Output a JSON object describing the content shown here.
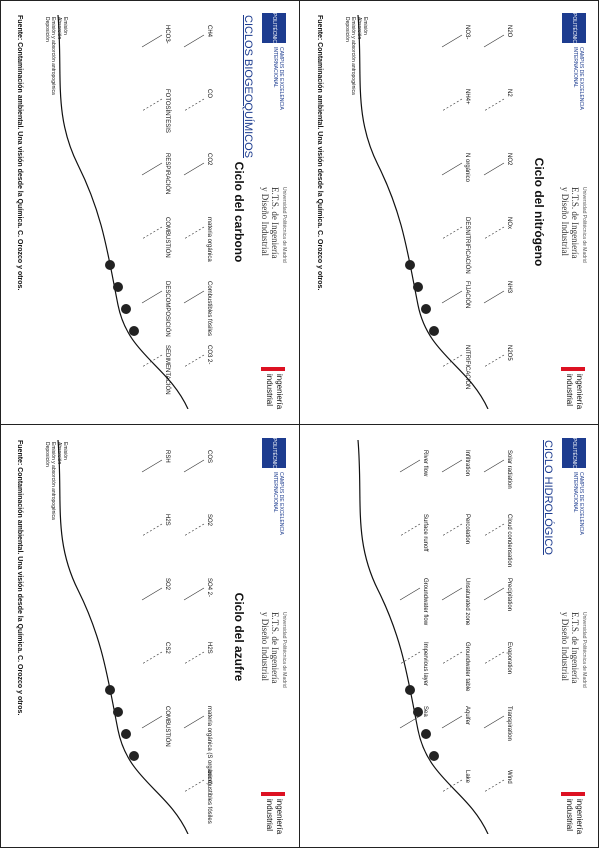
{
  "page": {
    "layout": "4 slides per page, rotated"
  },
  "header": {
    "upm_logo": "POLITÉCNICA",
    "campus": "CAMPUS DE EXCELENCIA INTERNACIONAL",
    "university": "Universidad Politécnica de Madrid",
    "ets_line1": "E.T.S. de Ingeniería",
    "ets_line2": "y Diseño Industrial",
    "ing_line1": "ingeniería",
    "ing_line2": "industrial"
  },
  "slides": [
    {
      "section": "CICLOS BIOGEOQUÍMICOS",
      "title": "Ciclo del carbono",
      "source": "Fuente: Contaminación ambiental. Una visión desde la Química. C. Orozco y otros.",
      "labels": [
        "CH4",
        "CO",
        "CO2",
        "materia orgánica",
        "Combustibles fósiles",
        "CO3 2-",
        "HCO3-",
        "FOTOSÍNTESIS",
        "RESPIRACIÓN",
        "COMBUSTIÓN",
        "DESCOMPOSICIÓN",
        "SEDIMENTACIÓN"
      ],
      "legend": [
        "Emisión",
        "Absorción",
        "Emisión y absorción antropogénica",
        "Deposición"
      ]
    },
    {
      "section": "",
      "title": "Ciclo del nitrógeno",
      "source": "Fuente: Contaminación ambiental. Una visión desde la Química. C. Orozco y otros.",
      "labels": [
        "N2O",
        "N2",
        "NO2",
        "NOx",
        "NH3",
        "N2O5",
        "NO3-",
        "NH4+",
        "N orgánico",
        "DESNITRIFICACIÓN",
        "FIJACIÓN",
        "NITRIFICACIÓN"
      ],
      "legend": [
        "Emisión",
        "Absorción",
        "Emisión y absorción antropogénica",
        "Deposición"
      ]
    },
    {
      "section": "",
      "title": "Ciclo del azufre",
      "source": "Fuente: Contaminación ambiental. Una visión desde la Química. C. Orozco y otros.",
      "labels": [
        "COS",
        "SO2",
        "SO4 2-",
        "H2S",
        "materia orgánica (S orgánico)",
        "combustibles fósiles",
        "RSH",
        "H2S",
        "SO2",
        "CS2",
        "COMBUSTIÓN"
      ],
      "legend": [
        "Emisión",
        "Absorción",
        "Emisión y absorción antropogénica",
        "Deposición"
      ]
    },
    {
      "section": "CICLO HIDROLÓGICO",
      "title": "",
      "source": "",
      "labels": [
        "Solar radiation",
        "Cloud condensation",
        "Precipitation",
        "Evaporation",
        "Transpiration",
        "Wind",
        "Infiltration",
        "Percolation",
        "Unsaturated zone",
        "Groundwater table",
        "Aquifer",
        "Lake",
        "River flow",
        "Surface runoff",
        "Groundwater flow",
        "Impervious layer",
        "Sea"
      ],
      "legend": []
    }
  ]
}
